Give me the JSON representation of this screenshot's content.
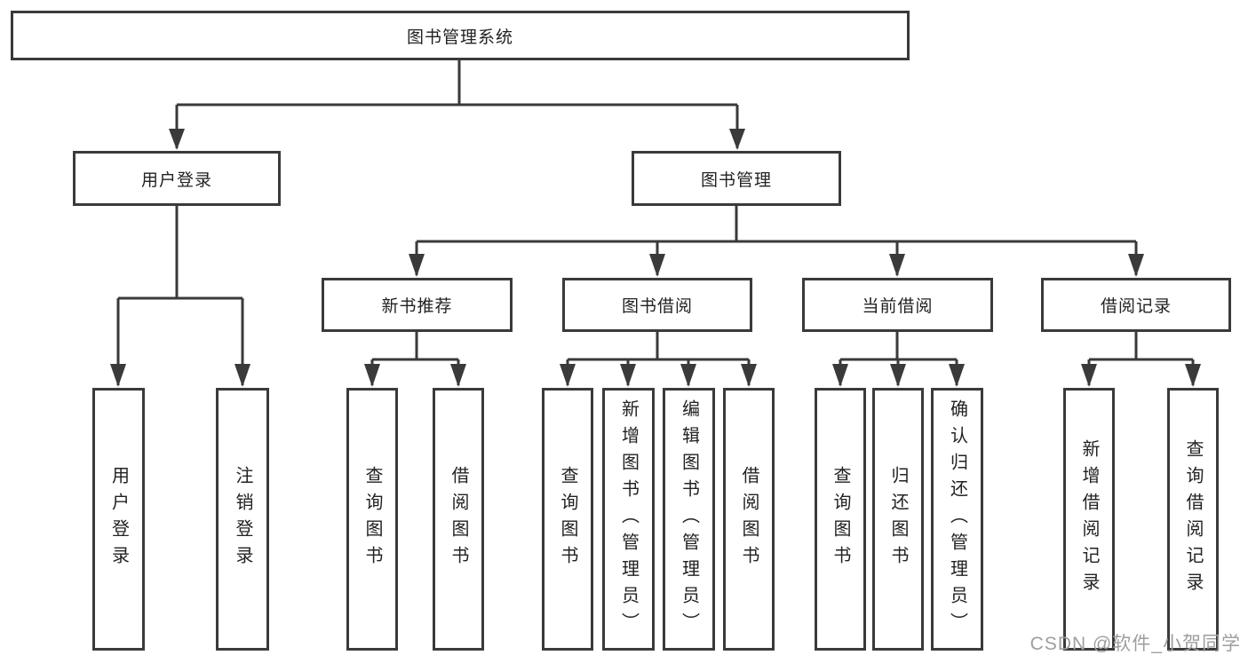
{
  "colors": {
    "line": "#3a3a3a",
    "text": "#222222",
    "watermark": "#9e9e9e",
    "canvas": "#ffffff"
  },
  "diagram": {
    "root": "图书管理系统",
    "branches": [
      {
        "label": "用户登录",
        "children": [
          "用户登录",
          "注销登录"
        ]
      },
      {
        "label": "图书管理",
        "sections": [
          {
            "label": "新书推荐",
            "children": [
              "查询图书",
              "借阅图书"
            ]
          },
          {
            "label": "图书借阅",
            "children": [
              "查询图书",
              "新增图书（管理员）",
              "编辑图书（管理员）",
              "借阅图书"
            ]
          },
          {
            "label": "当前借阅",
            "children": [
              "查询图书",
              "归还图书",
              "确认归还（管理员）"
            ]
          },
          {
            "label": "借阅记录",
            "children": [
              "新增借阅记录",
              "查询借阅记录"
            ]
          }
        ]
      }
    ]
  },
  "watermark": "CSDN @软件_小贺同学"
}
